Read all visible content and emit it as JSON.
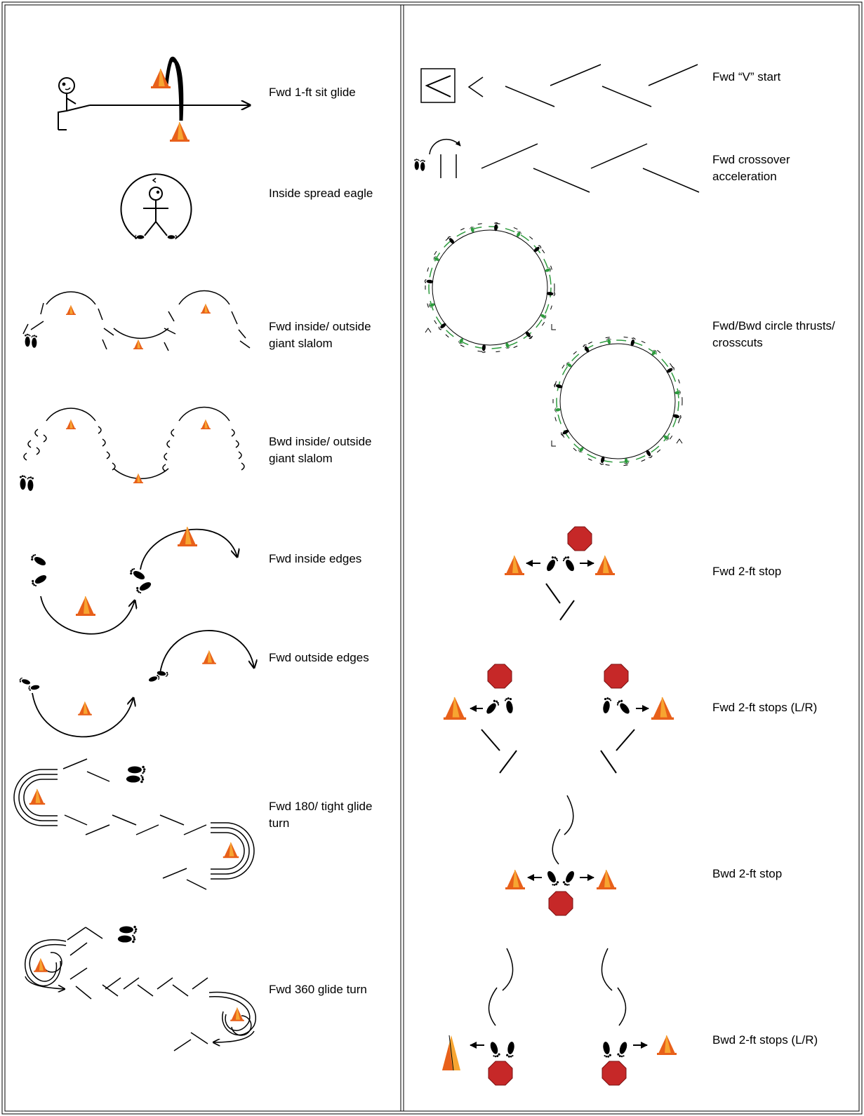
{
  "colors": {
    "ink": "#000000",
    "cone_dark": "#e8601a",
    "cone_light": "#f7a531",
    "stop_sign": "#c62828",
    "green": "#2e9b3e"
  },
  "icons": [
    "cone-icon",
    "footprints-icon",
    "stop-sign-icon",
    "stick-figure-icon",
    "arrow-icon"
  ],
  "left_column": [
    {
      "label": "Fwd 1-ft sit glide"
    },
    {
      "label": "Inside spread eagle"
    },
    {
      "label": "Fwd inside/ outside giant slalom"
    },
    {
      "label": "Bwd inside/ outside giant slalom"
    },
    {
      "label": "Fwd inside edges"
    },
    {
      "label": "Fwd outside edges"
    },
    {
      "label": "Fwd 180/ tight glide turn"
    },
    {
      "label": "Fwd 360 glide turn"
    }
  ],
  "right_column": [
    {
      "label": "Fwd “V” start"
    },
    {
      "label": "Fwd crossover acceleration"
    },
    {
      "label": "Fwd/Bwd circle thrusts/ crosscuts"
    },
    {
      "label": "Fwd 2-ft stop"
    },
    {
      "label": "Fwd 2-ft stops (L/R)"
    },
    {
      "label": "Bwd 2-ft stop"
    },
    {
      "label": "Bwd 2-ft stops (L/R)"
    }
  ]
}
